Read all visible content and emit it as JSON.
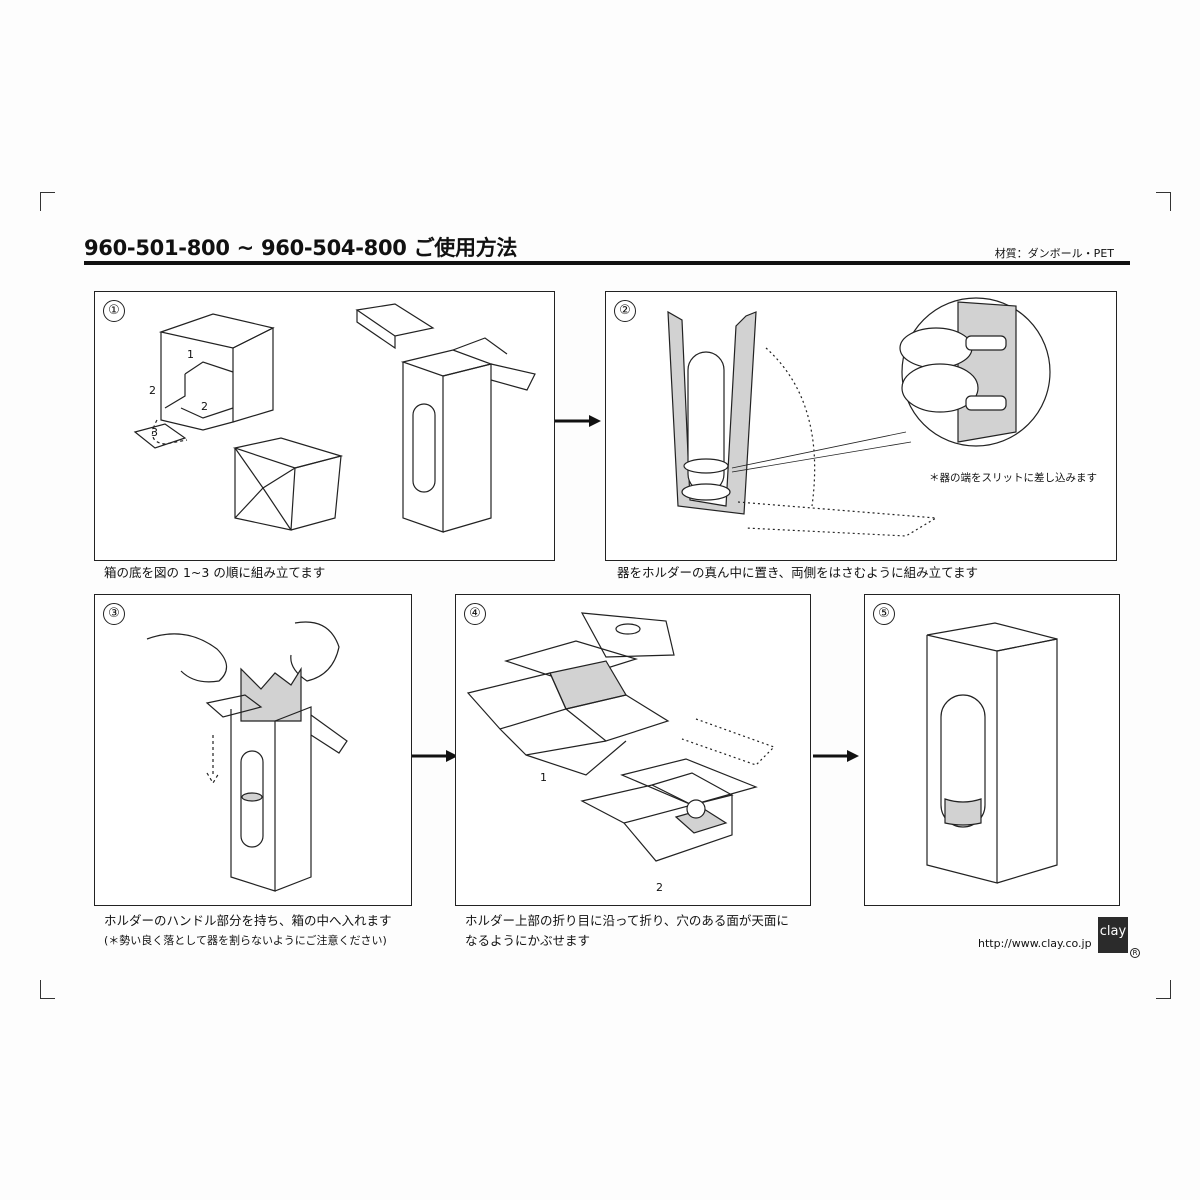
{
  "header": {
    "title": "960-501-800 ~ 960-504-800 ご使用方法",
    "material": "材質：ダンボール・PET"
  },
  "steps": [
    {
      "number": "①",
      "caption": "箱の底を図の 1~3 の順に組み立てます",
      "labels": [
        "1",
        "2",
        "2",
        "3"
      ]
    },
    {
      "number": "②",
      "caption": "器をホルダーの真ん中に置き、両側をはさむように組み立てます",
      "note": "＊器の端をスリットに差し込みます"
    },
    {
      "number": "③",
      "caption_line1": "ホルダーのハンドル部分を持ち、箱の中へ入れます",
      "caption_line2": "(＊勢い良く落として器を割らないようにご注意ください)"
    },
    {
      "number": "④",
      "caption_line1": "ホルダー上部の折り目に沿って折り、穴のある面が天面に",
      "caption_line2": "なるようにかぶせます",
      "labels": [
        "1",
        "2"
      ]
    },
    {
      "number": "⑤"
    }
  ],
  "footer": {
    "url": "http://www.clay.co.jp",
    "logo_text": "clay",
    "logo_mark": "R"
  },
  "icons": [
    "step-arrow-icon"
  ]
}
